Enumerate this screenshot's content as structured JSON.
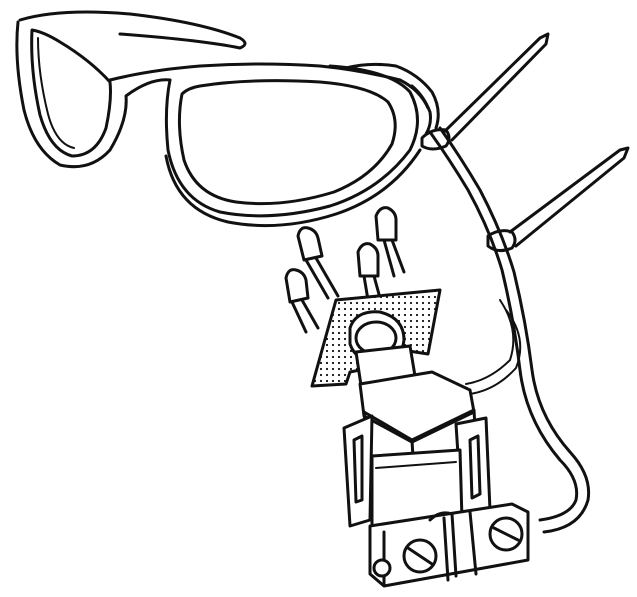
{
  "illustration": {
    "subject": "",
    "ink_color": "#111111",
    "paper_color": "#ffffff",
    "parts": [
      "glasses-frame",
      "zip-tie",
      "wire-bundle",
      "led",
      "perfboard",
      "push-button",
      "battery-holder",
      "screw"
    ]
  }
}
